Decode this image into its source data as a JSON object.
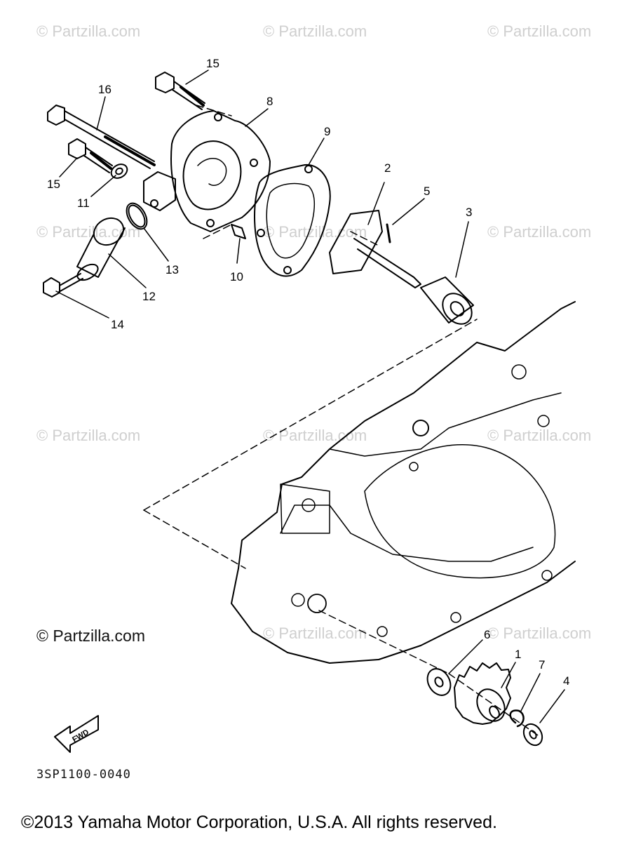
{
  "watermarks": [
    "© Partzilla.com",
    "© Partzilla.com",
    "© Partzilla.com",
    "© Partzilla.com",
    "© Partzilla.com",
    "© Partzilla.com",
    "© Partzilla.com",
    "© Partzilla.com",
    "© Partzilla.com",
    "© Partzilla.com",
    "© Partzilla.com"
  ],
  "copyright_mid": "© Partzilla.com",
  "diagram_code": "3SP1100-0040",
  "fwd_label": "FWD",
  "footer": "©2013 Yamaha Motor Corporation, U.S.A. All rights reserved.",
  "callouts": [
    "1",
    "2",
    "3",
    "4",
    "5",
    "6",
    "7",
    "8",
    "9",
    "10",
    "11",
    "12",
    "13",
    "14",
    "15",
    "15",
    "16"
  ]
}
